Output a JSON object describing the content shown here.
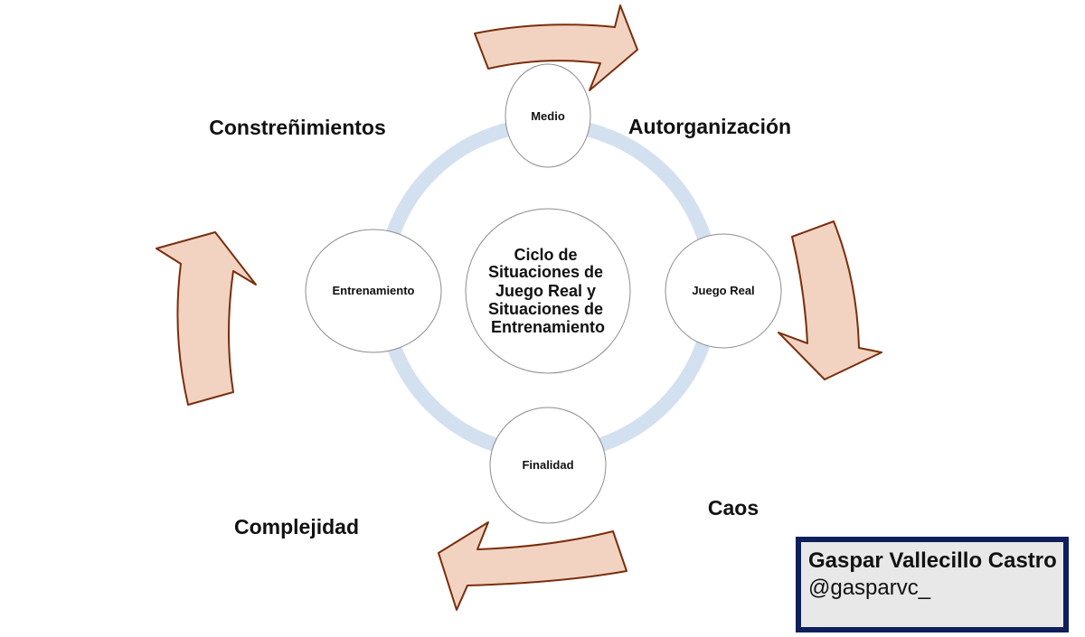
{
  "diagram": {
    "center": [
      "Ciclo de",
      "Situaciones de",
      "Juego Real y",
      "Situaciones de",
      "Entrenamiento"
    ],
    "nodes": {
      "top": "Medio",
      "right": "Juego Real",
      "bottom": "Finalidad",
      "left": "Entrenamiento"
    },
    "concepts": {
      "top_left": "Constreñimientos",
      "top_right": "Autorganización",
      "bottom_right": "Caos",
      "bottom_left": "Complejidad"
    }
  },
  "author": {
    "name": "Gaspar Vallecillo Castro",
    "handle": "@gasparvc_"
  },
  "colors": {
    "ring": "#d3e0ef",
    "arrow_fill": "#f2d3c2",
    "arrow_stroke": "#7a2e0c",
    "box_border": "#0e1f5c",
    "box_fill": "#e8e8e8"
  }
}
